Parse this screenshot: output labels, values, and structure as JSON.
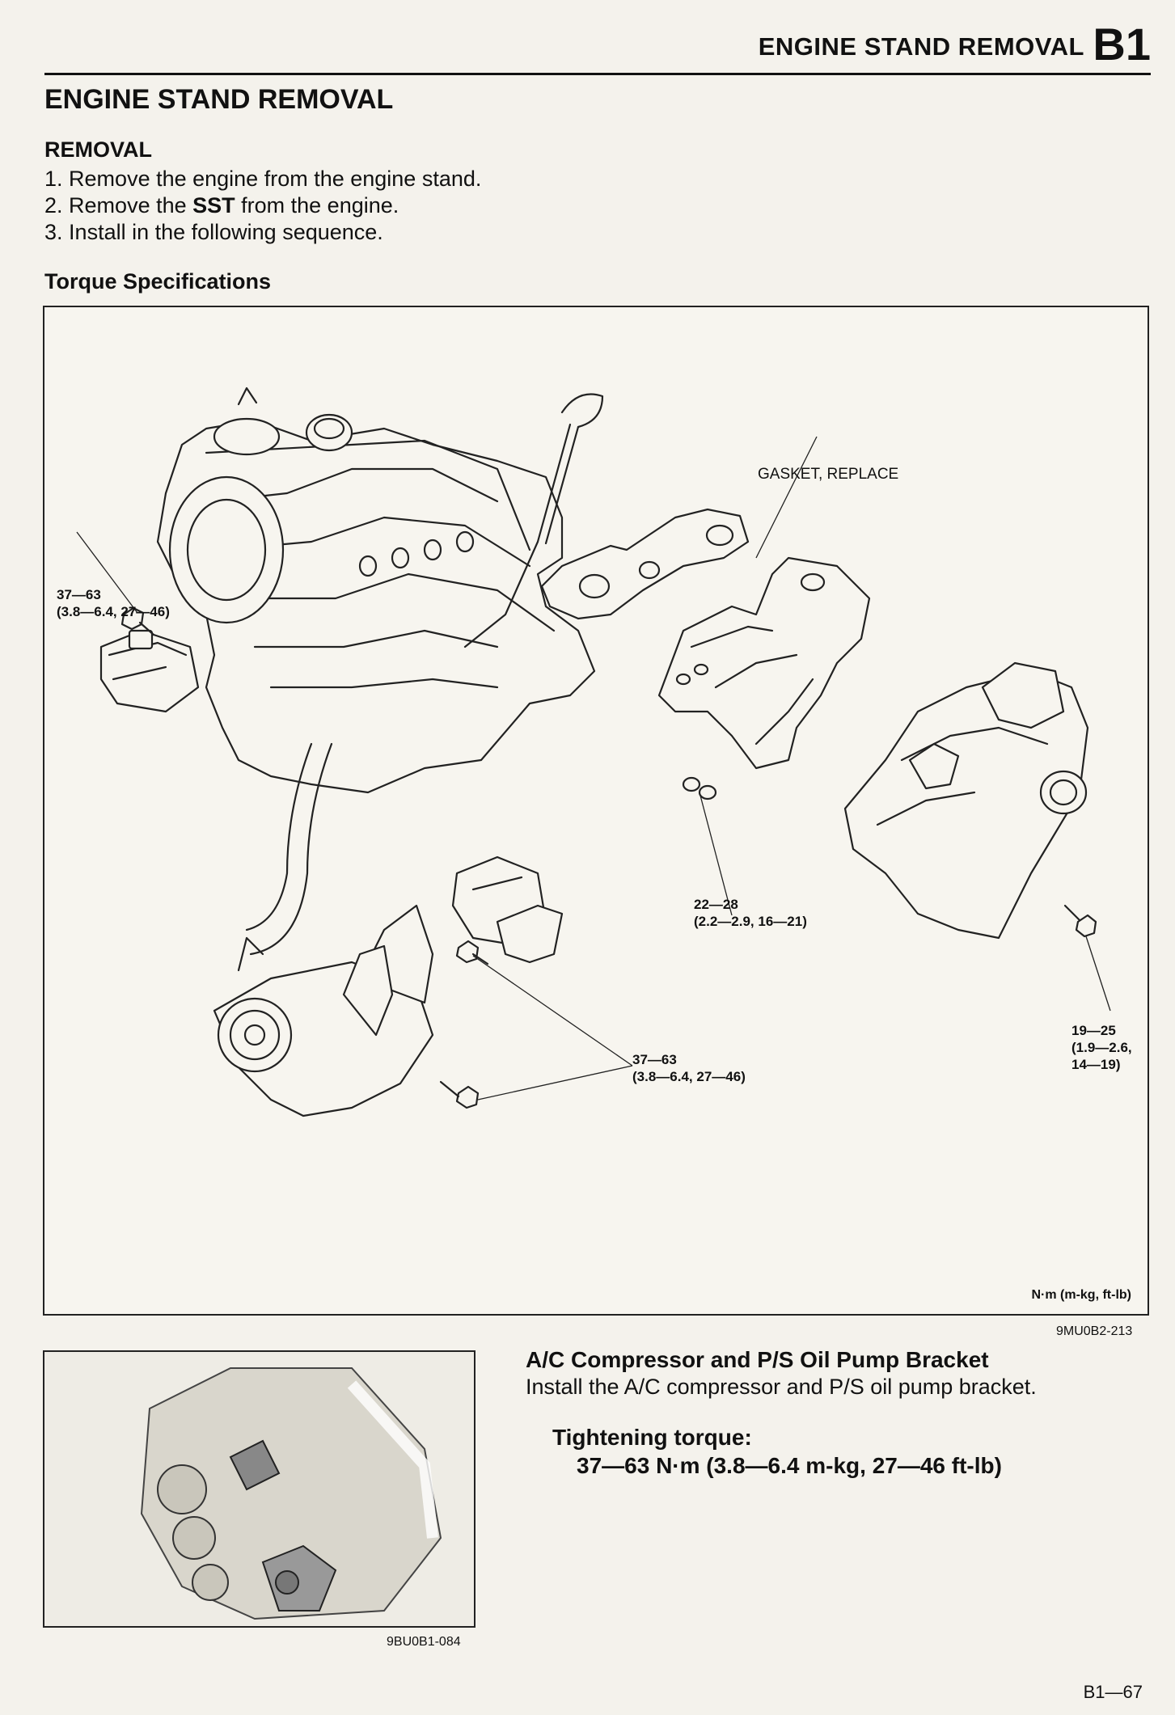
{
  "header": {
    "title": "ENGINE STAND REMOVAL",
    "code": "B1"
  },
  "page_title": "ENGINE STAND REMOVAL",
  "removal": {
    "heading": "REMOVAL",
    "steps": [
      {
        "num": "1.",
        "text": "Remove the engine from the engine stand."
      },
      {
        "num": "2.",
        "pre": "Remove the ",
        "bold": "SST",
        "post": " from the engine."
      },
      {
        "num": "3.",
        "text": "Install in the following sequence."
      }
    ]
  },
  "torque_specs_heading": "Torque Specifications",
  "diagram": {
    "callouts": {
      "left_mount": {
        "line1": "37—63",
        "line2": "(3.8—6.4, 27—46)"
      },
      "gasket": "GASKET, REPLACE",
      "manifold_nuts": {
        "line1": "22—28",
        "line2": "(2.2—2.9, 16—21)"
      },
      "heat_shield": {
        "line1": "19—25",
        "line2": "(1.9—2.6,",
        "line3": "14—19)"
      },
      "bracket_bolts": {
        "line1": "37—63",
        "line2": "(3.8—6.4, 27—46)"
      }
    },
    "units": "N·m (m-kg, ft-lb)",
    "figure_code": "9MU0B2-213"
  },
  "inset": {
    "figure_code": "9BU0B1-084"
  },
  "procedure": {
    "title": "A/C Compressor and P/S Oil Pump Bracket",
    "text": "Install the A/C compressor and P/S oil pump bracket.",
    "torque_label": "Tightening torque:",
    "torque_value": "37—63 N·m (3.8—6.4 m-kg, 27—46 ft-lb)"
  },
  "page_number": "B1—67",
  "icons": [
    "engine-block-illustration",
    "exhaust-manifold-illustration",
    "heat-shield-illustration",
    "bracket-illustration",
    "bolt-icon"
  ]
}
